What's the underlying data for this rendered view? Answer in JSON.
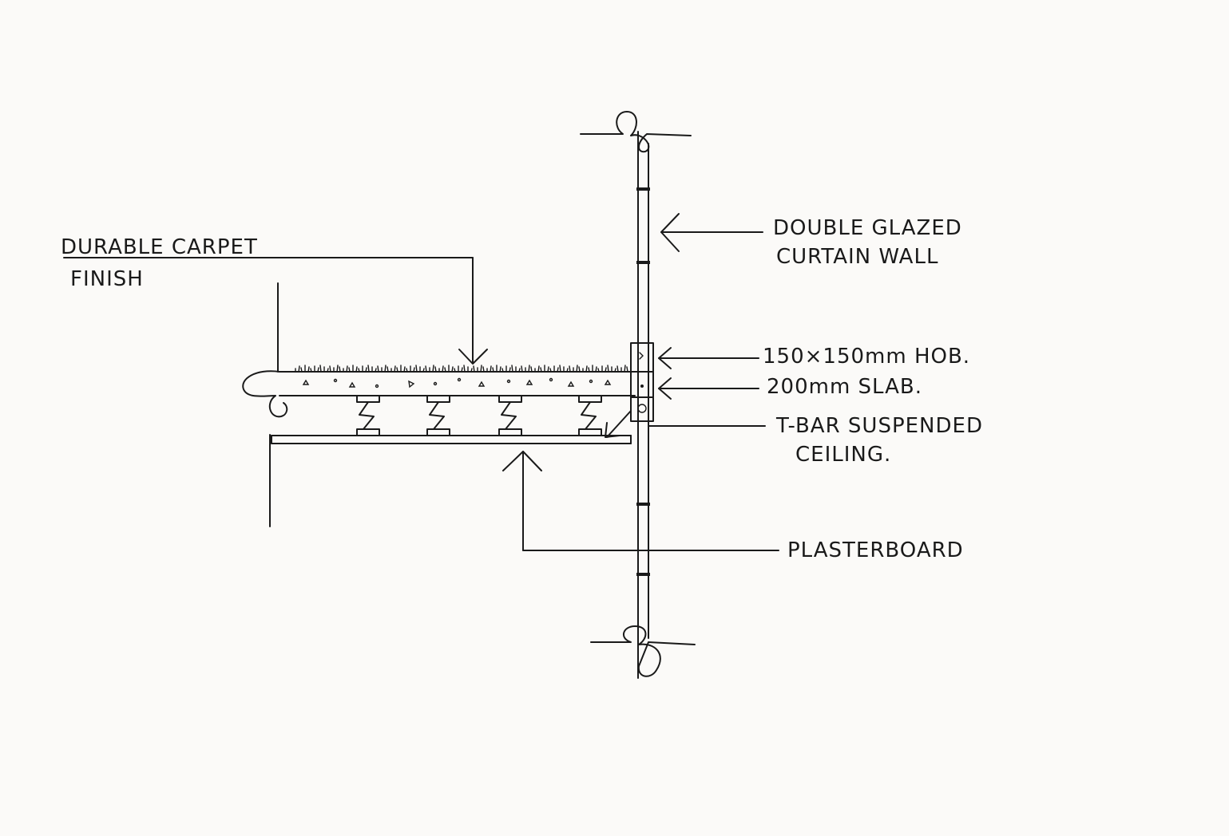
{
  "labels": {
    "carpet_line1": "DURABLE CARPET",
    "carpet_line2": "FINISH",
    "curtain_line1": "DOUBLE GLAZED",
    "curtain_line2": "CURTAIN WALL",
    "hob": "150×150mm HOB.",
    "slab": "200mm SLAB.",
    "ceiling_line1": "T-BAR SUSPENDED",
    "ceiling_line2": "CEILING.",
    "plasterboard": "PLASTERBOARD"
  }
}
